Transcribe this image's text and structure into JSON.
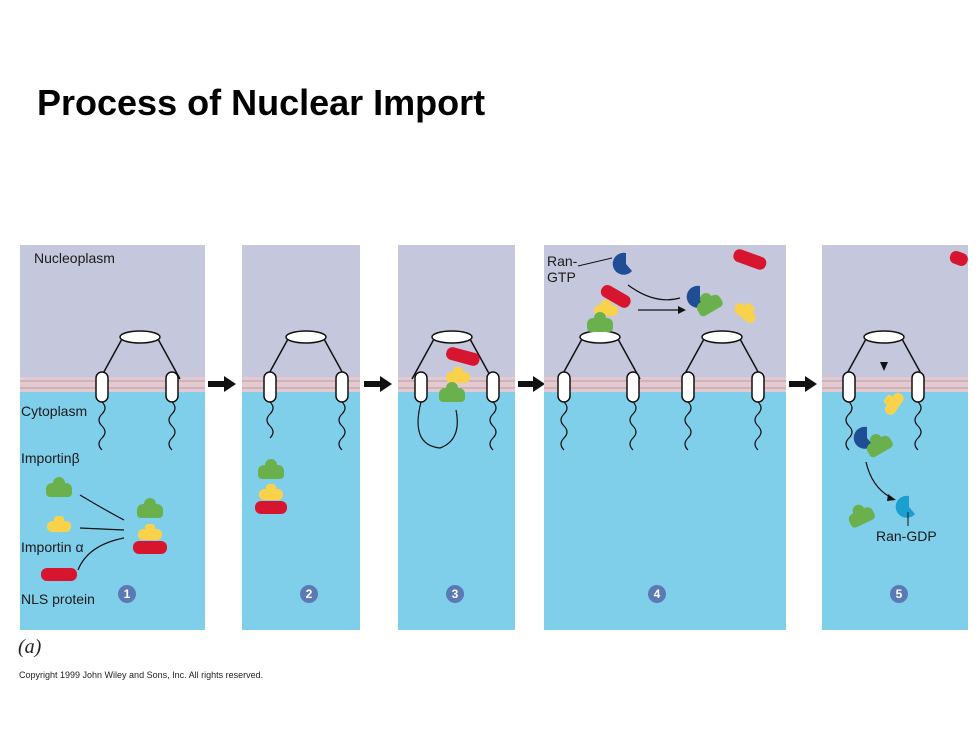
{
  "title": "Process of Nuclear Import",
  "labels": {
    "nucleoplasm": "Nucleoplasm",
    "cytoplasm": "Cytoplasm",
    "importin_beta": "Importinβ",
    "importin_alpha": "Importin α",
    "nls_protein": "NLS protein",
    "ran_gtp_line1": "Ran-",
    "ran_gtp_line2": "GTP",
    "ran_gdp": "Ran-GDP"
  },
  "steps": [
    "1",
    "2",
    "3",
    "4",
    "5"
  ],
  "panel_letter": "(a)",
  "copyright": "Copyright 1999 John Wiley and Sons, Inc. All rights reserved.",
  "colors": {
    "nucleoplasm": "#c5c8dc",
    "cytoplasm": "#80cfea",
    "importin_beta": "#6ab04c",
    "importin_alpha": "#f7d24a",
    "nls_protein": "#d7152f",
    "ran_gtp": "#1f4e94",
    "ran_gdp": "#1a9fd0",
    "step_badge": "#5b79b5"
  }
}
